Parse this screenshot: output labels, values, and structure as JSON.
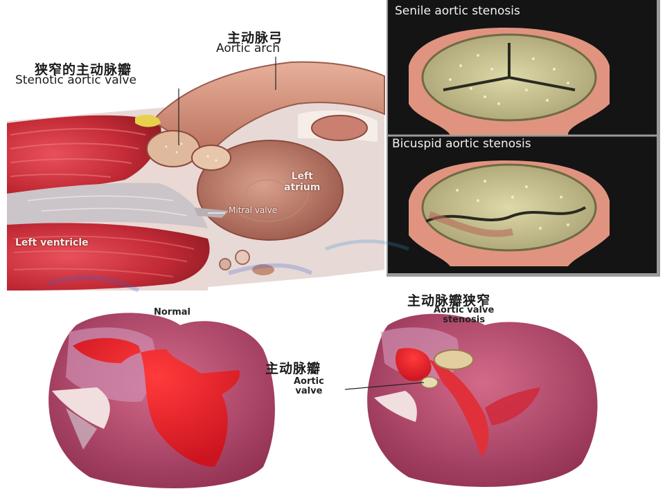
{
  "top_diagram": {
    "aortic_arch": {
      "zh": "主动脉弓",
      "en": "Aortic arch"
    },
    "stenotic_valve": {
      "zh": "狭窄的主动脉瓣",
      "en": "Stenotic aortic valve"
    },
    "left_atrium": {
      "line1": "Left",
      "line2": "atrium"
    },
    "mitral_valve": "Mitral valve",
    "left_ventricle": "Left ventricle"
  },
  "insets": {
    "senile": "Senile aortic stenosis",
    "bicuspid": "Bicuspid aortic stenosis"
  },
  "bottom_diagram": {
    "normal": "Normal",
    "stenosis_zh": "主动脉瓣狭窄",
    "stenosis_en_line1": "Aortic valve",
    "stenosis_en_line2": "stenosis",
    "aortic_valve_zh": "主动脉瓣",
    "aortic_valve_en_line1": "Aortic",
    "aortic_valve_en_line2": "valve"
  },
  "colors": {
    "muscle": "#c8323c",
    "tissue": "#d98a7a",
    "inset_bg": "#141414",
    "heart_pink": "#b8456a",
    "blood_red": "#e01e28"
  }
}
